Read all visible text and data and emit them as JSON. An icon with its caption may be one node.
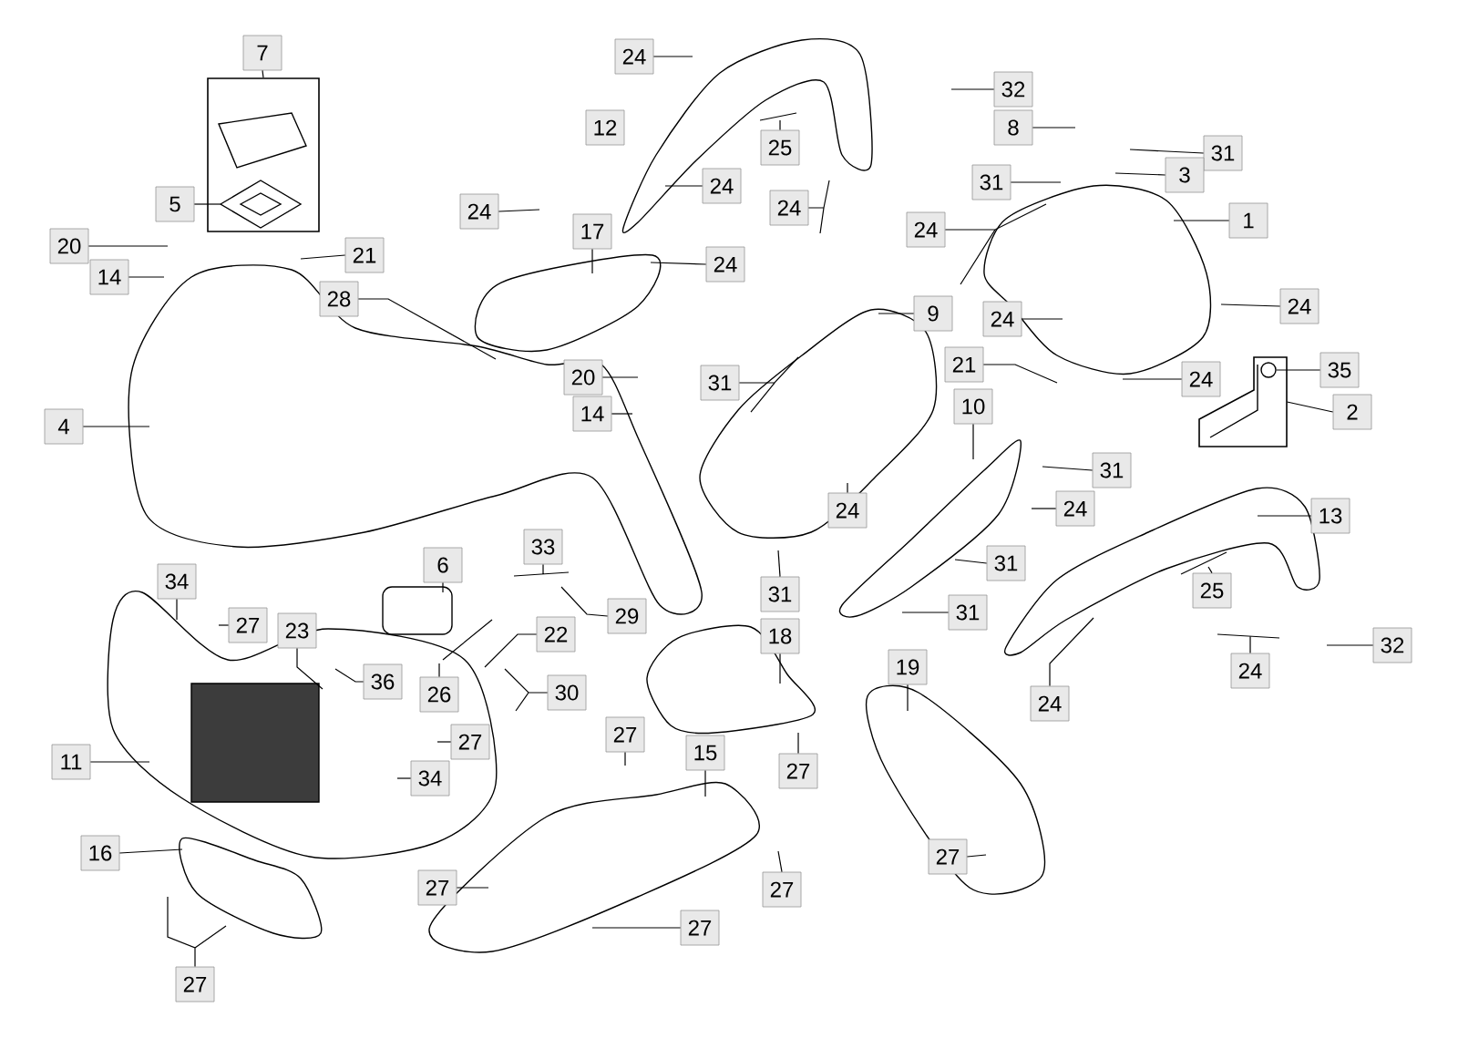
{
  "diagram": {
    "nodes": [
      {
        "text": [
          "7"
        ]
      },
      {
        "text": [],
        "shape": "box"
      },
      {
        "text": [
          "24"
        ]
      },
      {
        "text": [
          "32"
        ]
      },
      {
        "text": [
          "8"
        ]
      },
      {
        "text": [
          "25"
        ]
      },
      {
        "text": [
          "31"
        ]
      },
      {
        "text": [
          "3"
        ]
      },
      {
        "text": [
          "31"
        ]
      },
      {
        "text": [
          "24"
        ]
      },
      {
        "text": [
          "5"
        ]
      },
      {
        "text": [
          "24"
        ]
      },
      {
        "text": [
          "24"
        ]
      },
      {
        "text": [
          "1"
        ]
      },
      {
        "text": [
          "24"
        ]
      },
      {
        "text": [
          "17"
        ]
      },
      {
        "text": [
          "20"
        ]
      },
      {
        "text": [
          "21"
        ]
      },
      {
        "text": [
          "24"
        ]
      },
      {
        "text": [
          "14"
        ]
      },
      {
        "text": [
          "28"
        ]
      },
      {
        "text": [
          "24"
        ]
      },
      {
        "text": [
          "9"
        ]
      },
      {
        "text": [
          "24"
        ]
      },
      {
        "text": [
          "21"
        ]
      },
      {
        "text": [
          "35"
        ]
      },
      {
        "text": [
          "20"
        ]
      },
      {
        "text": [
          "24"
        ]
      },
      {
        "text": [
          "31"
        ]
      },
      {
        "text": [
          "10"
        ]
      },
      {
        "text": [
          "2"
        ]
      },
      {
        "text": [],
        "shape": "box"
      },
      {
        "text": [
          "14"
        ]
      },
      {
        "text": [
          "4"
        ]
      },
      {
        "text": [
          "31"
        ]
      },
      {
        "text": [
          "24"
        ]
      },
      {
        "text": [
          "24"
        ]
      },
      {
        "text": [
          "13"
        ]
      },
      {
        "text": [
          "33"
        ]
      },
      {
        "text": [
          "6"
        ]
      },
      {
        "text": [
          "31"
        ]
      },
      {
        "text": [
          "34"
        ]
      },
      {
        "text": [
          "31"
        ]
      },
      {
        "text": [
          "25"
        ]
      },
      {
        "text": [
          "31"
        ]
      },
      {
        "text": [
          "29"
        ]
      },
      {
        "text": [
          "27"
        ]
      },
      {
        "text": [
          "23"
        ]
      },
      {
        "text": [
          "22"
        ]
      },
      {
        "text": [
          "18"
        ]
      },
      {
        "text": [
          "32"
        ]
      },
      {
        "text": [
          "19"
        ]
      },
      {
        "text": [
          "24"
        ]
      },
      {
        "text": [
          "36"
        ]
      },
      {
        "text": [
          "30"
        ]
      },
      {
        "text": [
          "26"
        ]
      },
      {
        "text": [
          "24"
        ]
      },
      {
        "text": [
          "27"
        ]
      },
      {
        "text": [
          "27"
        ]
      },
      {
        "text": [
          "15"
        ]
      },
      {
        "text": [
          "11"
        ]
      },
      {
        "text": [
          "34"
        ]
      },
      {
        "text": [
          "27"
        ]
      },
      {
        "text": [
          "16"
        ]
      },
      {
        "text": [
          "27"
        ]
      },
      {
        "text": [
          "27"
        ]
      },
      {
        "text": [
          "27"
        ]
      },
      {
        "text": [
          "27"
        ]
      },
      {
        "text": [
          "27"
        ]
      },
      {
        "text": [
          "12"
        ]
      },
      {
        "text": [],
        "shape": "picture",
        "in": 1
      },
      {
        "text": [],
        "shape": "circle",
        "in": 31
      }
    ],
    "edges": [
      {
        "from": 0,
        "to": 1,
        "arrow": "none"
      },
      {
        "from": 2,
        "to": null,
        "arrow": "none"
      },
      {
        "from": 3,
        "to": null,
        "arrow": "none"
      },
      {
        "from": 4,
        "to": null,
        "arrow": "none"
      },
      {
        "from": 5,
        "to": null,
        "arrow": "none"
      },
      {
        "from": 6,
        "to": null,
        "arrow": "none"
      },
      {
        "from": 7,
        "to": null,
        "arrow": "none"
      },
      {
        "from": 8,
        "to": null,
        "arrow": "none"
      },
      {
        "from": 9,
        "to": null,
        "arrow": "none"
      },
      {
        "from": 10,
        "to": 70,
        "arrow": "none"
      },
      {
        "from": 11,
        "to": null,
        "arrow": "none"
      },
      {
        "from": 12,
        "to": null,
        "arrow": "none"
      },
      {
        "from": 13,
        "to": null,
        "arrow": "none"
      },
      {
        "from": 14,
        "to": null,
        "arrow": "none"
      },
      {
        "from": 15,
        "to": null,
        "arrow": "none"
      },
      {
        "from": 16,
        "to": null,
        "arrow": "none"
      },
      {
        "from": 17,
        "to": null,
        "arrow": "none"
      },
      {
        "from": 18,
        "to": null,
        "arrow": "none"
      },
      {
        "from": 19,
        "to": null,
        "arrow": "none"
      },
      {
        "from": 20,
        "to": null,
        "arrow": "none"
      },
      {
        "from": 21,
        "to": null,
        "arrow": "none"
      },
      {
        "from": 22,
        "to": null,
        "arrow": "none"
      },
      {
        "from": 23,
        "to": null,
        "arrow": "none"
      },
      {
        "from": 24,
        "to": null,
        "arrow": "none"
      },
      {
        "from": 25,
        "to": 71,
        "arrow": "none"
      },
      {
        "from": 26,
        "to": null,
        "arrow": "none"
      },
      {
        "from": 27,
        "to": null,
        "arrow": "none"
      },
      {
        "from": 28,
        "to": null,
        "arrow": "none"
      },
      {
        "from": 29,
        "to": null,
        "arrow": "none"
      },
      {
        "from": 30,
        "to": 31,
        "arrow": "none"
      },
      {
        "from": 32,
        "to": null,
        "arrow": "none"
      },
      {
        "from": 33,
        "to": null,
        "arrow": "none"
      },
      {
        "from": 34,
        "to": null,
        "arrow": "none"
      },
      {
        "from": 35,
        "to": null,
        "arrow": "none"
      },
      {
        "from": 36,
        "to": null,
        "arrow": "none"
      },
      {
        "from": 37,
        "to": null,
        "arrow": "none"
      },
      {
        "from": 38,
        "to": null,
        "arrow": "none"
      },
      {
        "from": 39,
        "to": null,
        "arrow": "none"
      },
      {
        "from": 40,
        "to": null,
        "arrow": "none"
      },
      {
        "from": 41,
        "to": null,
        "arrow": "none"
      },
      {
        "from": 42,
        "to": null,
        "arrow": "none"
      },
      {
        "from": 43,
        "to": null,
        "arrow": "none"
      },
      {
        "from": 44,
        "to": null,
        "arrow": "none"
      },
      {
        "from": 45,
        "to": null,
        "arrow": "none"
      },
      {
        "from": 46,
        "to": null,
        "arrow": "none"
      },
      {
        "from": 47,
        "to": null,
        "arrow": "none"
      },
      {
        "from": 48,
        "to": null,
        "arrow": "none"
      },
      {
        "from": 49,
        "to": null,
        "arrow": "none"
      },
      {
        "from": 50,
        "to": null,
        "arrow": "none"
      },
      {
        "from": 51,
        "to": null,
        "arrow": "none"
      },
      {
        "from": 52,
        "to": null,
        "arrow": "none"
      },
      {
        "from": 53,
        "to": null,
        "arrow": "none"
      },
      {
        "from": 54,
        "to": null,
        "arrow": "none"
      },
      {
        "from": 55,
        "to": null,
        "arrow": "none"
      },
      {
        "from": 56,
        "to": null,
        "arrow": "none"
      },
      {
        "from": 57,
        "to": null,
        "arrow": "none"
      },
      {
        "from": 58,
        "to": null,
        "arrow": "none"
      },
      {
        "from": 59,
        "to": null,
        "arrow": "none"
      },
      {
        "from": 60,
        "to": null,
        "arrow": "none"
      },
      {
        "from": 61,
        "to": null,
        "arrow": "none"
      },
      {
        "from": 62,
        "to": null,
        "arrow": "none"
      },
      {
        "from": 63,
        "to": null,
        "arrow": "none"
      },
      {
        "from": 64,
        "to": null,
        "arrow": "none"
      },
      {
        "from": 65,
        "to": null,
        "arrow": "none"
      },
      {
        "from": 66,
        "to": null,
        "arrow": "none"
      },
      {
        "from": 67,
        "to": null,
        "arrow": "none"
      },
      {
        "from": 68,
        "to": null,
        "arrow": "none"
      }
    ]
  }
}
